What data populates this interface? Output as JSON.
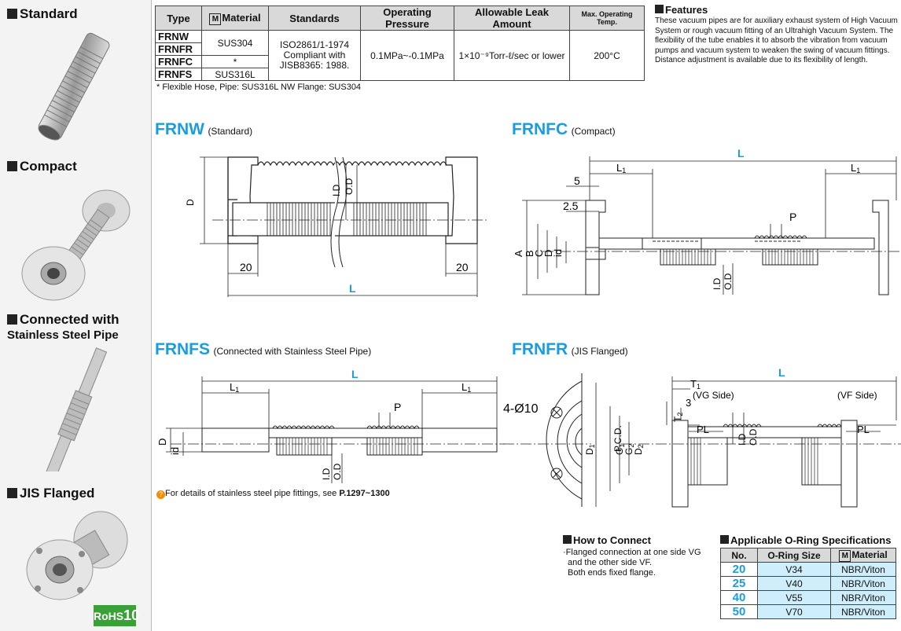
{
  "sidebar": {
    "items": [
      {
        "label": "Standard"
      },
      {
        "label": "Compact"
      },
      {
        "label": "Connected with",
        "label2": "Stainless Steel Pipe"
      },
      {
        "label": "JIS Flanged"
      }
    ],
    "rohs": "RoHS",
    "rohs_num": "10"
  },
  "spec_table": {
    "headers": [
      "Type",
      "Material",
      "Standards",
      "Operating Pressure",
      "Allowable Leak Amount",
      "Max. Operating Temp."
    ],
    "material_mark": "M",
    "types": [
      "FRNW",
      "FRNFR",
      "FRNFC",
      "FRNFS"
    ],
    "material_1": "SUS304",
    "material_2": "*",
    "material_3": "SUS316L",
    "standards_1": "ISO2861/1-1974",
    "standards_2": "Compliant with",
    "standards_3": "JISB8365: 1988.",
    "pressure": "0.1MPa~-0.1MPa",
    "leak": "1×10⁻⁹Torr-ℓ/sec or lower",
    "temp": "200°C"
  },
  "footnote": "* Flexible Hose, Pipe: SUS316L  NW Flange: SUS304",
  "features": {
    "title": "Features",
    "text": "These vacuum pipes are for auxiliary exhaust system of High Vacuum System or rough vacuum fitting of an Ultrahigh Vacuum System. The flexibility of the tube enables it to absorb the vibration from vacuum pumps and vacuum system to weaken the swing of vacuum fittings. Distance adjustment is available due to its flexibility of length."
  },
  "sections": {
    "frnw": {
      "code": "FRNW",
      "sub": "(Standard)"
    },
    "frnfc": {
      "code": "FRNFC",
      "sub": "(Compact)"
    },
    "frnfs": {
      "code": "FRNFS",
      "sub": "(Connected with Stainless Steel Pipe)"
    },
    "frnfr": {
      "code": "FRNFR",
      "sub": "(JIS Flanged)"
    }
  },
  "dims": {
    "D": "D",
    "ID": "I.D",
    "OD": "O.D",
    "L": "L",
    "L1": "L",
    "L1sub": "1",
    "twenty": "20",
    "five": "5",
    "two5": "2.5",
    "P": "P",
    "A": "A",
    "B": "B",
    "C": "C",
    "id": "id",
    "T1": "T",
    "T1sub": "1",
    "T2": "T",
    "T2sub": "2",
    "three": "3",
    "vg": "(VG Side)",
    "vf": "(VF Side)",
    "PL": "PL",
    "holes": "4-Ø10",
    "D1": "D",
    "D1sub": "1",
    "PCD": "P.C.D.",
    "G1": "G",
    "G1sub": "1",
    "G2": "G",
    "G2sub": "2",
    "D2": "D",
    "D2sub": "2"
  },
  "pipe_note": {
    "prefix": "For details of stainless steel pipe fittings, see ",
    "ref": "P.1297~1300"
  },
  "how_to_connect": {
    "title": "How to Connect",
    "line1": "·Flanged connection at one side VG",
    "line2": "and the other side VF.",
    "line3": "Both ends fixed flange."
  },
  "oring": {
    "title": "Applicable O-Ring Specifications",
    "headers": [
      "No.",
      "O-Ring Size",
      "Material"
    ],
    "mark": "M",
    "rows": [
      [
        "20",
        "V34",
        "NBR/Viton"
      ],
      [
        "25",
        "V40",
        "NBR/Viton"
      ],
      [
        "40",
        "V55",
        "NBR/Viton"
      ],
      [
        "50",
        "V70",
        "NBR/Viton"
      ]
    ]
  }
}
